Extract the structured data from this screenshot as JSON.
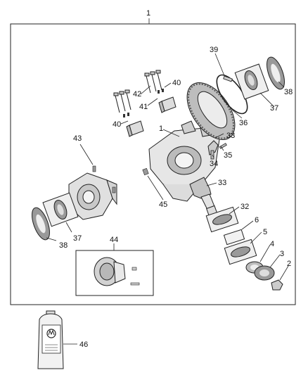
{
  "assembly_callout": "1",
  "callouts": {
    "p2": "2",
    "p3": "3",
    "p4": "4",
    "p5": "5",
    "p6": "6",
    "p32": "32",
    "p33a": "33",
    "p33b": "33",
    "p34": "34",
    "p35": "35",
    "p36": "36",
    "p37a": "37",
    "p37b": "37",
    "p38a": "38",
    "p38b": "38",
    "p39": "39",
    "p40a": "40",
    "p40b": "40",
    "p41": "41",
    "p42": "42",
    "p43": "43",
    "p44": "44",
    "p45": "45",
    "p46": "46",
    "p1inner": "1"
  }
}
